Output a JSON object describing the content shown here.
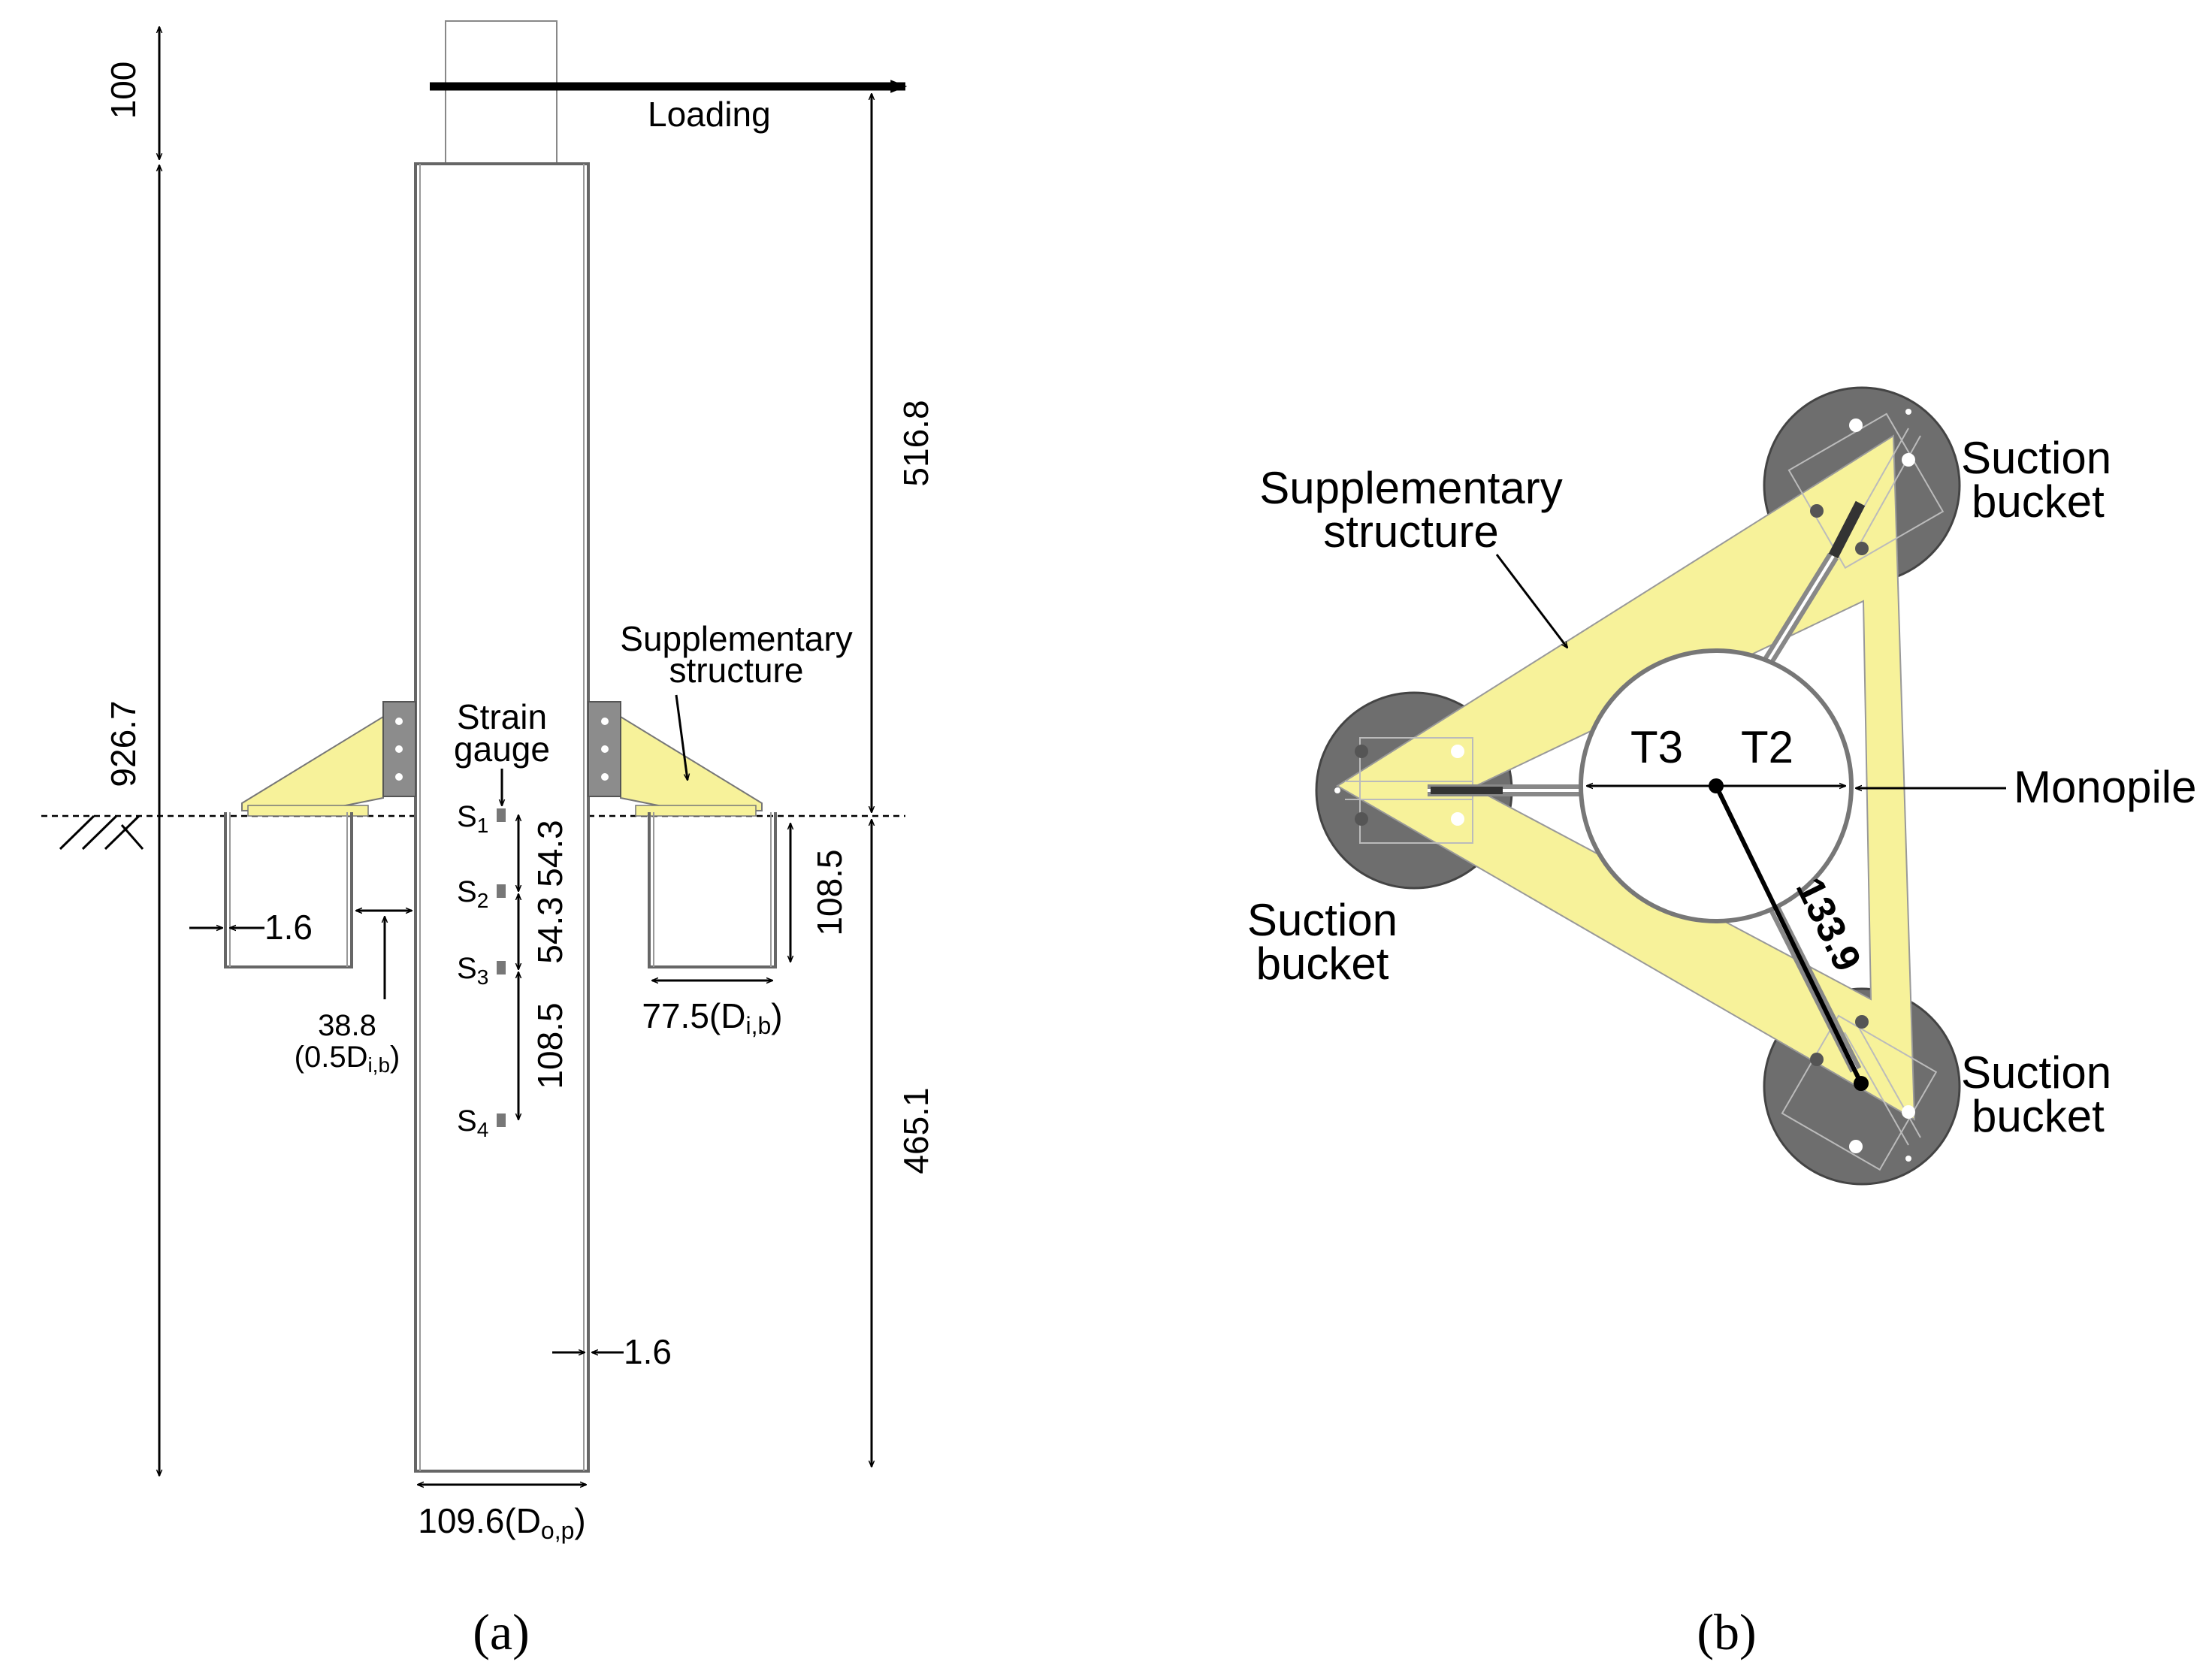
{
  "panel_a": {
    "loading": "Loading",
    "strain_gauge_line1": "Strain",
    "strain_gauge_line2": "gauge",
    "supp_line1": "Supplementary",
    "supp_line2": "structure",
    "dims": {
      "top_100": "100",
      "overall_926": "926.7",
      "upper_516": "516.8",
      "lower_465": "465.1",
      "bucket_depth": "108.5",
      "gauge_s1_s2": "54.3",
      "gauge_s2_s3": "54.3",
      "gauge_s3_s4": "108.5",
      "bucket_wall": "1.6",
      "pile_wall": "1.6",
      "bucket_gap": "38.8",
      "bucket_gap_note_pre": "(0.5D",
      "bucket_gap_note_sub": "i,b",
      "bucket_gap_note_post": ")",
      "bucket_diam_pre": "77.5(D",
      "bucket_diam_sub": "i,b",
      "bucket_diam_post": ")",
      "pile_diam_pre": "109.6(D",
      "pile_diam_sub": "o,p",
      "pile_diam_post": ")"
    },
    "gauges": [
      {
        "letter": "S",
        "sub": "1"
      },
      {
        "letter": "S",
        "sub": "2"
      },
      {
        "letter": "S",
        "sub": "3"
      },
      {
        "letter": "S",
        "sub": "4"
      }
    ],
    "caption": "(a)"
  },
  "panel_b": {
    "supp_line1": "Supplementary",
    "supp_line2": "structure",
    "bucket_line1": "Suction",
    "bucket_line2": "bucket",
    "monopile": "Monopile",
    "t3": "T3",
    "t2": "T2",
    "radius": "133.9",
    "caption": "(b)"
  },
  "colors": {
    "yellow": "#f7f29a",
    "bucket_gray": "#6e6e6e",
    "plate_gray": "#8c8c8c"
  }
}
